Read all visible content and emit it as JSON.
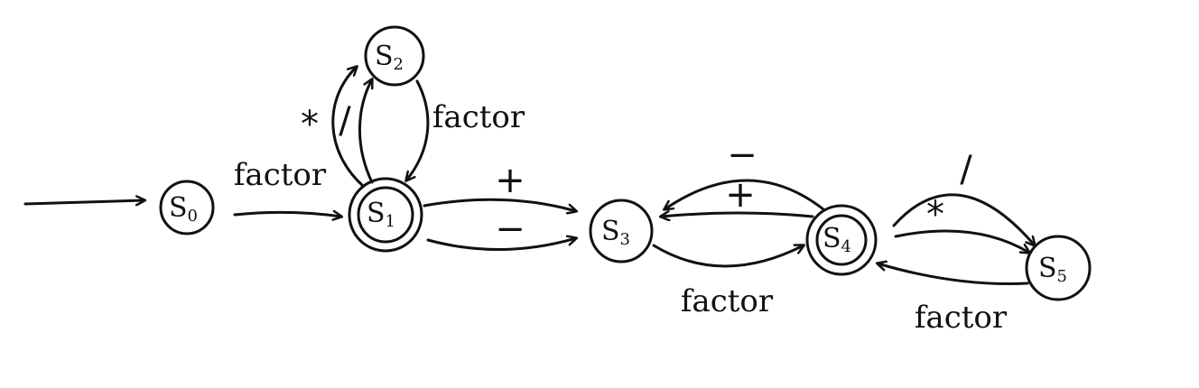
{
  "diagram": {
    "states": {
      "s0": {
        "letter": "S",
        "sub": "0"
      },
      "s1": {
        "letter": "S",
        "sub": "1"
      },
      "s2": {
        "letter": "S",
        "sub": "2"
      },
      "s3": {
        "letter": "S",
        "sub": "3"
      },
      "s4": {
        "letter": "S",
        "sub": "4"
      },
      "s5": {
        "letter": "S",
        "sub": "5"
      }
    },
    "edges": {
      "s0_s1": "factor",
      "s1_s2_times": "*",
      "s1_s2_div": "/",
      "s2_s1": "factor",
      "s1_s3_plus": "+",
      "s1_s3_minus": "−",
      "s3_s4": "factor",
      "s4_s3_plus": "+",
      "s4_s3_minus": "−",
      "s4_s5_div": "/",
      "s4_s5_times": "*",
      "s5_s4": "factor"
    }
  }
}
